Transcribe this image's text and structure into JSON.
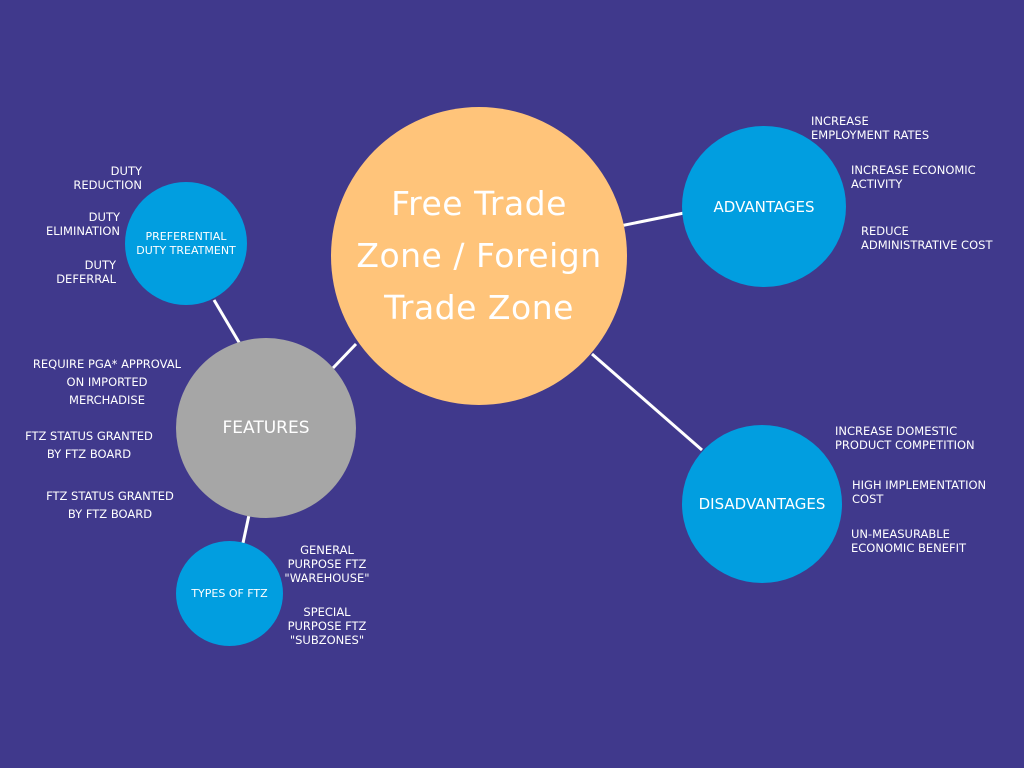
{
  "colors": {
    "background": "#40398c",
    "center_node": "#ffc47a",
    "blue_node": "#019ee0",
    "features_node": "#a6a6a6",
    "connector": "#ffffff"
  },
  "center": {
    "title": "Free Trade Zone / Foreign Trade Zone"
  },
  "advantages": {
    "label": "ADVANTAGES",
    "items": [
      "INCREASE\nEMPLOYMENT RATES",
      "INCREASE ECONOMIC\nACTIVITY",
      "REDUCE\nADMINISTRATIVE COST"
    ]
  },
  "disadvantages": {
    "label": "DISADVANTAGES",
    "items": [
      "INCREASE DOMESTIC\nPRODUCT COMPETITION",
      "HIGH IMPLEMENTATION\nCOST",
      "UN-MEASURABLE\nECONOMIC BENEFIT"
    ]
  },
  "features": {
    "label": "FEATURES",
    "items": [
      "REQUIRE PGA* APPROVAL\nON IMPORTED\nMERCHADISE",
      "FTZ STATUS GRANTED\nBY FTZ BOARD",
      "FTZ STATUS GRANTED\nBY FTZ BOARD"
    ]
  },
  "preferential": {
    "label": "PREFERENTIAL DUTY TREATMENT",
    "items": [
      "DUTY\nREDUCTION",
      "DUTY\nELIMINATION",
      "DUTY\nDEFERRAL"
    ]
  },
  "types": {
    "label": "TYPES OF FTZ",
    "items": [
      "GENERAL\nPURPOSE FTZ\n\"WAREHOUSE\"",
      "SPECIAL\nPURPOSE FTZ\n\"SUBZONES\""
    ]
  }
}
